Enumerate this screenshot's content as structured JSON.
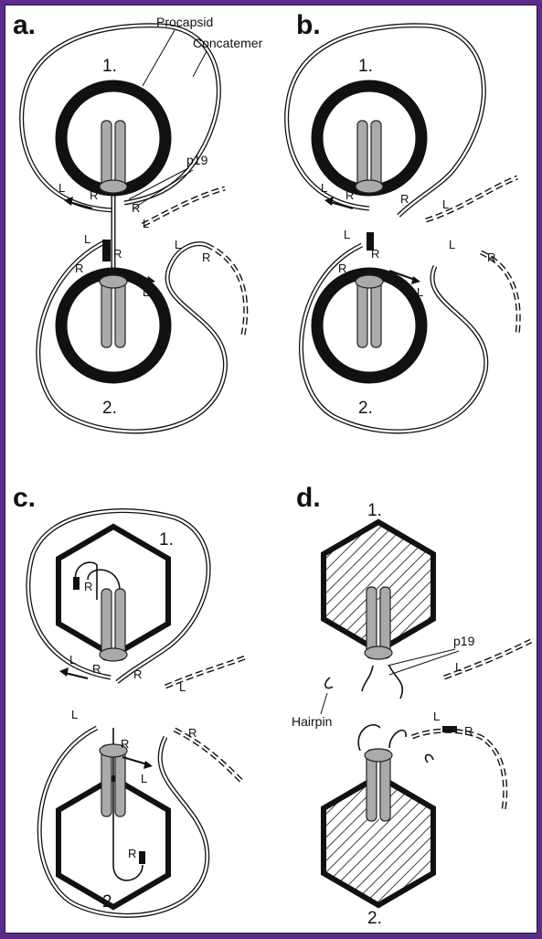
{
  "panels": {
    "a": {
      "label": "a.",
      "capsid1": "1.",
      "capsid2": "2.",
      "procapsid": "Procapsid",
      "concatemer": "Concatemer",
      "p19": "p19"
    },
    "b": {
      "label": "b.",
      "capsid1": "1.",
      "capsid2": "2."
    },
    "c": {
      "label": "c.",
      "capsid1": "1.",
      "capsid2": "2."
    },
    "d": {
      "label": "d.",
      "capsid1": "1.",
      "capsid2": "2.",
      "p19": "p19",
      "hairpin": "Hairpin"
    }
  },
  "end_labels": {
    "left": "L",
    "right": "R"
  },
  "colors": {
    "frame": "#5a2d8c",
    "ink": "#111111",
    "connector": "#aaaaaa"
  }
}
